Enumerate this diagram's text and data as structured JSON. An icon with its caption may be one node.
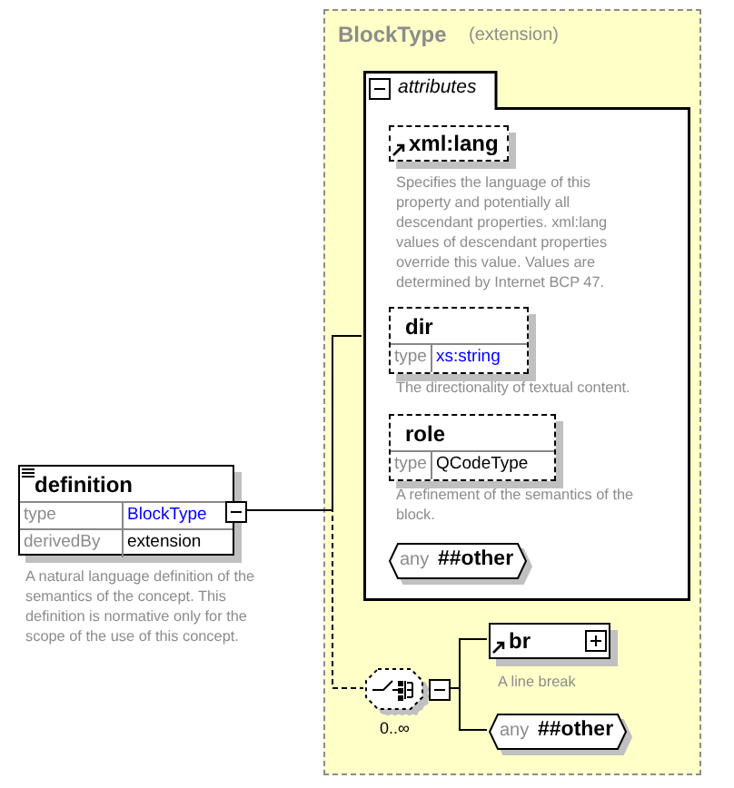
{
  "diagram": {
    "nodes": [
      {
        "text": [
          "definition",
          "type",
          "BlockType",
          "derivedBy",
          "extension"
        ],
        "beside": [
          "A natural language definition of the semantics of the concept. This definition is normative only for the scope of the use of this concept."
        ]
      },
      {
        "text": [
          "BlockType",
          "(extension)"
        ]
      },
      {
        "text": [
          "attributes"
        ],
        "in": 1
      },
      {
        "text": [
          "xml:lang"
        ],
        "in": 2,
        "beside": [
          "Specifies the language of this property and potentially all descendant properties. xml:lang values of descendant properties override this value. Values are determined by Internet BCP 47."
        ]
      },
      {
        "text": [
          "dir",
          "type",
          "xs:string"
        ],
        "in": 2,
        "beside": [
          "The directionality of textual content."
        ]
      },
      {
        "text": [
          "role",
          "type",
          "QCodeType"
        ],
        "in": 2,
        "beside": [
          "A refinement of the semantics of the block."
        ]
      },
      {
        "text": [
          "any",
          "##other"
        ],
        "in": 2
      },
      {
        "text": [],
        "shape": "box",
        "in": 1,
        "beside": [
          "0..∞"
        ]
      },
      {
        "text": [
          "br"
        ],
        "in": 1,
        "beside": [
          "A line break"
        ]
      },
      {
        "text": [
          "any",
          "##other"
        ],
        "in": 1
      }
    ],
    "edges": [
      {
        "from": 0,
        "to": 2,
        "arrow": "none"
      },
      {
        "from": 0,
        "to": 7,
        "arrow": "none",
        "style": "dashed"
      },
      {
        "from": 7,
        "to": 8,
        "arrow": "none"
      },
      {
        "from": 7,
        "to": 9,
        "arrow": "none"
      }
    ]
  }
}
